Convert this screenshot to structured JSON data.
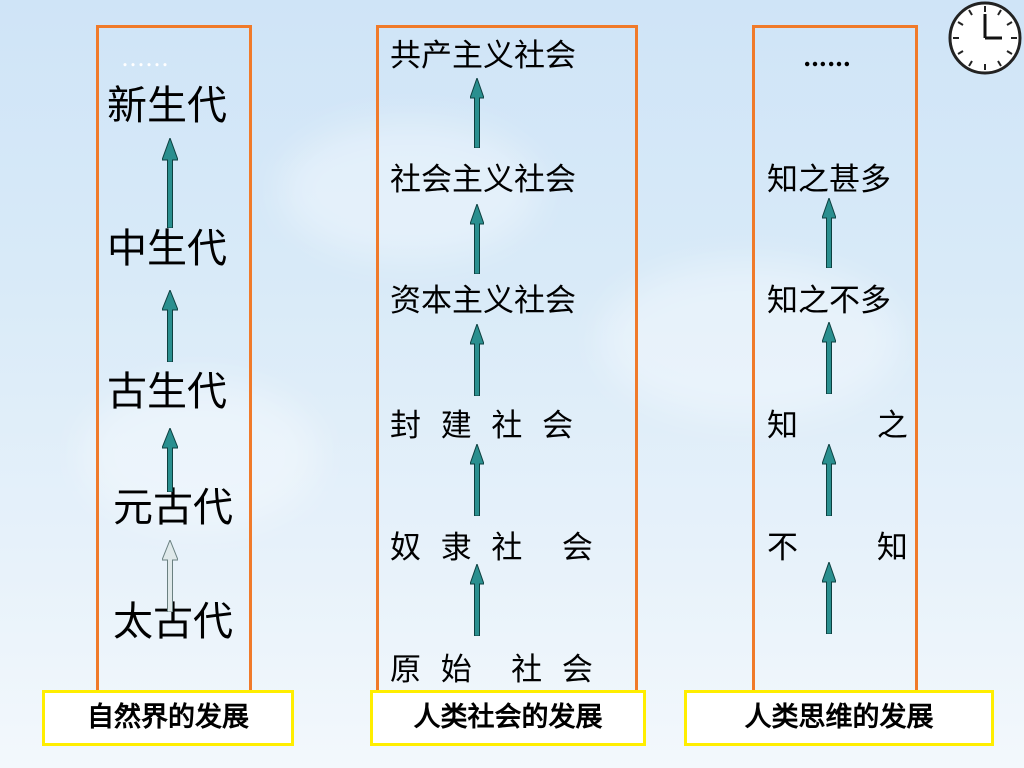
{
  "nature": {
    "items": [
      "……",
      "新生代",
      "中生代",
      "古生代",
      "元古代",
      "太古代"
    ],
    "label": "自然界的发展"
  },
  "society": {
    "items": [
      "共产主义社会",
      "社会主义社会",
      "资本主义社会",
      "封  建  社  会",
      "奴  隶  社    会",
      "原  始    社  会"
    ],
    "label": "人类社会的发展"
  },
  "thinking": {
    "items": [
      "……",
      "知之甚多",
      "知之不多",
      "知        之",
      "不        知"
    ],
    "label": "人类思维的发展"
  },
  "colors": {
    "box_border": "#f07a2a",
    "label_border": "#ffee00",
    "arrow_fill": "#2a8f8f",
    "arrow_light": "#d9e6e6"
  },
  "icons": [
    "clock-icon",
    "up-arrow-icon"
  ]
}
